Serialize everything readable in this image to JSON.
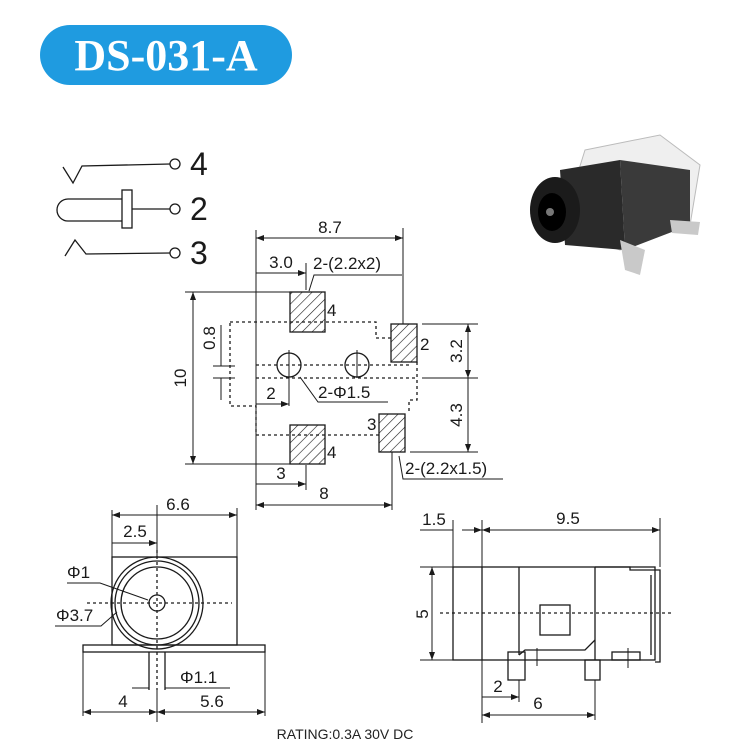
{
  "title": "DS-031-A",
  "colors": {
    "title_bg": "#1f9be0",
    "title_text": "#ffffff",
    "line": "#1a1a1a"
  },
  "schematic": {
    "pins": [
      "4",
      "2",
      "3"
    ]
  },
  "footprint": {
    "width_total": "8.7",
    "pad_offset": "3.0",
    "pad_large_size": "2-(2.2x2)",
    "height_total": "10",
    "gap": "0.8",
    "hole_offset": "2",
    "hole_size": "2-Φ1.5",
    "upper_offset": "3.2",
    "lower_offset": "4.3",
    "bottom_pad_offset": "3",
    "bottom_width": "8",
    "pad_small_size": "2-(2.2x1.5)",
    "pad_labels": {
      "top": "4",
      "right": "2",
      "lower_right": "3",
      "bottom": "4"
    }
  },
  "front_view": {
    "width": "6.6",
    "center_offset": "2.5",
    "pin_dia": "Φ1",
    "hole_dia": "Φ3.7",
    "leg_dia": "Φ1.1",
    "left_span": "4",
    "right_span": "5.6"
  },
  "side_view": {
    "front": "1.5",
    "length": "9.5",
    "height": "5",
    "pin_offset": "2",
    "pin_span": "6"
  },
  "rating": "RATING:0.3A 30V DC"
}
